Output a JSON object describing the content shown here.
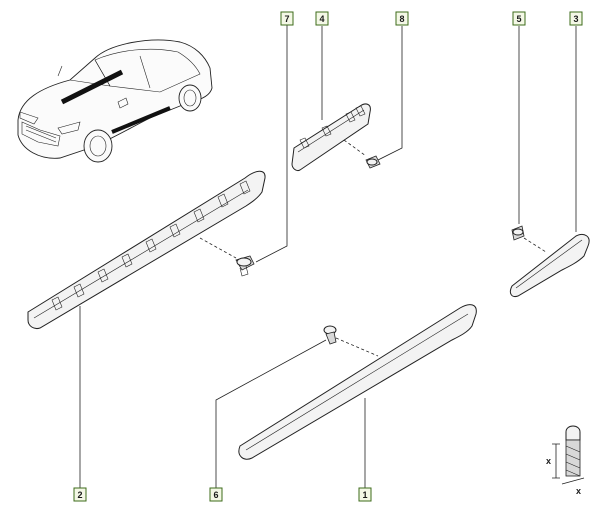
{
  "callouts": [
    {
      "id": "2",
      "label": "2"
    },
    {
      "id": "7",
      "label": "7"
    },
    {
      "id": "4",
      "label": "4"
    },
    {
      "id": "8",
      "label": "8"
    },
    {
      "id": "5",
      "label": "5"
    },
    {
      "id": "3",
      "label": "3"
    },
    {
      "id": "6",
      "label": "6"
    },
    {
      "id": "1",
      "label": "1"
    }
  ],
  "legend": {
    "x_mark": "x"
  },
  "colors": {
    "callout_border": "#3d6b1a",
    "callout_fill": "#f4f8e6",
    "line": "#222222"
  }
}
